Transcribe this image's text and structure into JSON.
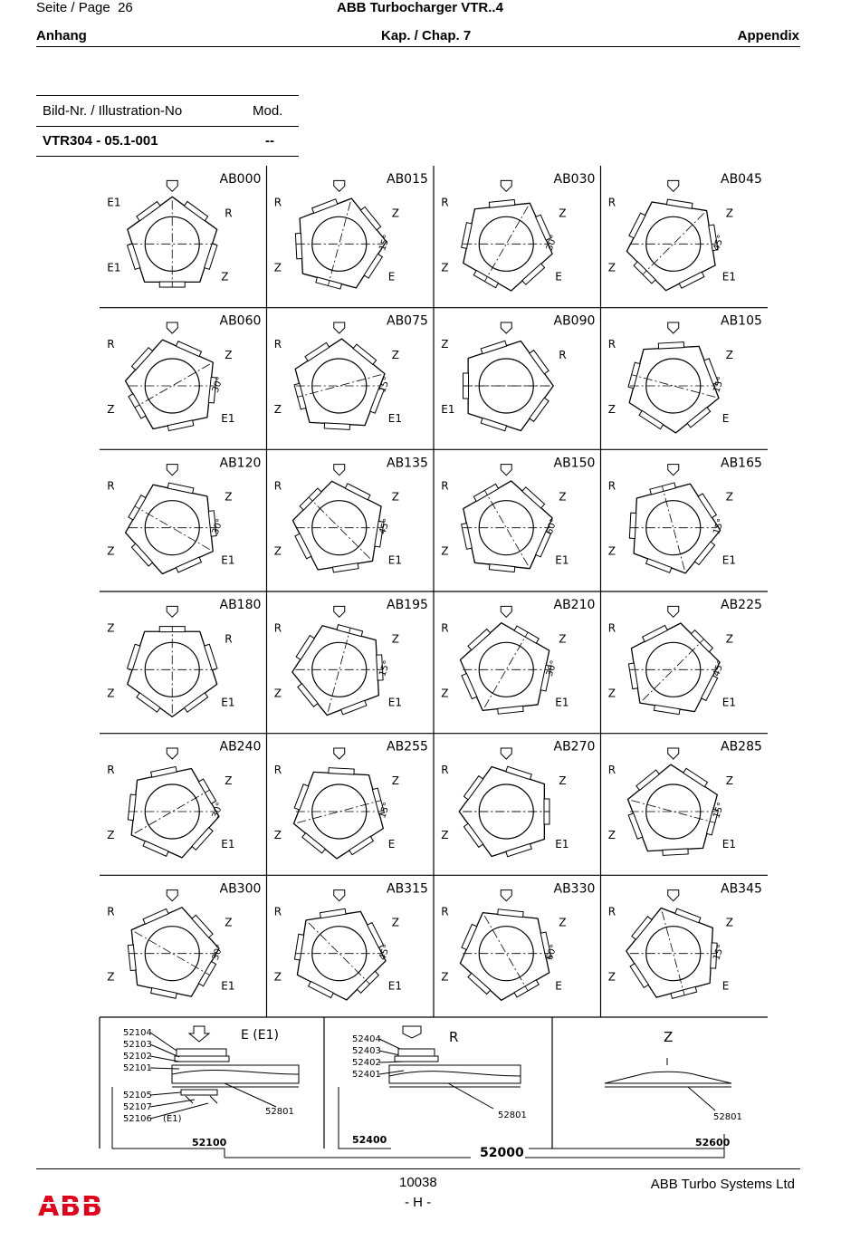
{
  "header": {
    "page_label": "Seite / Page",
    "page_number": "26",
    "doc_title": "ABB Turbocharger VTR..4",
    "left_section": "Anhang",
    "chapter": "Kap. / Chap. 7",
    "right_section": "Appendix"
  },
  "illustration_table": {
    "col1_header": "Bild-Nr. / Illustration-No",
    "col2_header": "Mod.",
    "illustration_no": "VTR304 - 05.1-001",
    "mod": "--"
  },
  "positions": [
    {
      "code": "AB000",
      "labels": [
        "E1",
        "R",
        "E1",
        "Z"
      ],
      "angle": ""
    },
    {
      "code": "AB015",
      "labels": [
        "R",
        "Z",
        "Z",
        "E"
      ],
      "angle": "15°"
    },
    {
      "code": "AB030",
      "labels": [
        "R",
        "Z",
        "Z",
        "E"
      ],
      "angle": "30°"
    },
    {
      "code": "AB045",
      "labels": [
        "R",
        "Z",
        "Z",
        "E1"
      ],
      "angle": "45°"
    },
    {
      "code": "AB060",
      "labels": [
        "R",
        "Z",
        "Z",
        "E1"
      ],
      "angle": "30°"
    },
    {
      "code": "AB075",
      "labels": [
        "R",
        "Z",
        "Z",
        "E1"
      ],
      "angle": "15°"
    },
    {
      "code": "AB090",
      "labels": [
        "Z",
        "R",
        "E1",
        ""
      ],
      "angle": ""
    },
    {
      "code": "AB105",
      "labels": [
        "R",
        "Z",
        "Z",
        "E"
      ],
      "angle": "15°"
    },
    {
      "code": "AB120",
      "labels": [
        "R",
        "Z",
        "Z",
        "E1"
      ],
      "angle": "30°"
    },
    {
      "code": "AB135",
      "labels": [
        "R",
        "Z",
        "Z",
        "E1"
      ],
      "angle": "45°"
    },
    {
      "code": "AB150",
      "labels": [
        "R",
        "Z",
        "Z",
        "E1"
      ],
      "angle": "60°"
    },
    {
      "code": "AB165",
      "labels": [
        "R",
        "Z",
        "Z",
        "E1"
      ],
      "angle": "15°"
    },
    {
      "code": "AB180",
      "labels": [
        "Z",
        "R",
        "Z",
        "E1"
      ],
      "angle": ""
    },
    {
      "code": "AB195",
      "labels": [
        "R",
        "Z",
        "Z",
        "E1"
      ],
      "angle": "15°"
    },
    {
      "code": "AB210",
      "labels": [
        "R",
        "Z",
        "Z",
        "E1"
      ],
      "angle": "30°"
    },
    {
      "code": "AB225",
      "labels": [
        "R",
        "Z",
        "Z",
        "E1"
      ],
      "angle": "45°"
    },
    {
      "code": "AB240",
      "labels": [
        "R",
        "Z",
        "Z",
        "E1"
      ],
      "angle": "30°"
    },
    {
      "code": "AB255",
      "labels": [
        "R",
        "Z",
        "Z",
        "E"
      ],
      "angle": "15°"
    },
    {
      "code": "AB270",
      "labels": [
        "R",
        "Z",
        "Z",
        "E1"
      ],
      "angle": ""
    },
    {
      "code": "AB285",
      "labels": [
        "R",
        "Z",
        "Z",
        "E1"
      ],
      "angle": "15°"
    },
    {
      "code": "AB300",
      "labels": [
        "R",
        "Z",
        "Z",
        "E1"
      ],
      "angle": "30°"
    },
    {
      "code": "AB315",
      "labels": [
        "R",
        "Z",
        "Z",
        "E1"
      ],
      "angle": "45°"
    },
    {
      "code": "AB330",
      "labels": [
        "R",
        "Z",
        "Z",
        "E"
      ],
      "angle": "60°"
    },
    {
      "code": "AB345",
      "labels": [
        "R",
        "Z",
        "Z",
        "E"
      ],
      "angle": "15°"
    }
  ],
  "details": {
    "e_title": "E (E1)",
    "e_parts": [
      "52104",
      "52103",
      "52102",
      "52101",
      "52105",
      "52107",
      "52106"
    ],
    "e_note": "(E1)",
    "e_part_right": "52801",
    "e_assembly": "52100",
    "r_title": "R",
    "r_parts": [
      "52404",
      "52403",
      "52402",
      "52401"
    ],
    "r_part_right": "52801",
    "r_assembly": "52400",
    "z_title": "Z",
    "z_part_right": "52801",
    "z_assembly": "52600",
    "total_assembly": "52000"
  },
  "footer": {
    "doc_number": "10038",
    "revision": "- H -",
    "company": "ABB Turbo Systems Ltd",
    "logo_text": "ABB"
  },
  "colors": {
    "logo_red": "#e2001a"
  }
}
